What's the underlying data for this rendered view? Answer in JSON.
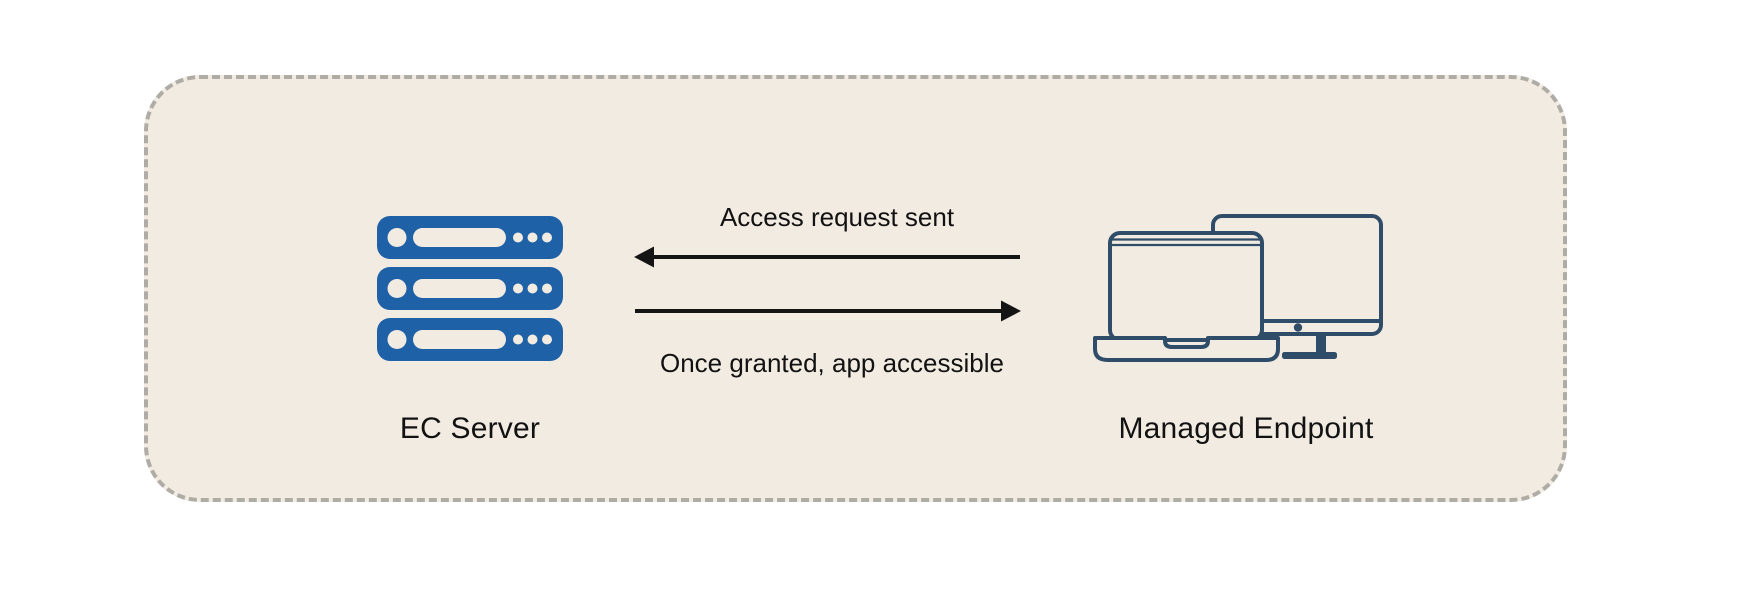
{
  "diagram": {
    "panel": {
      "shape": "rounded-dashed-rectangle"
    },
    "nodes": [
      {
        "id": "ec-server",
        "label": "EC Server",
        "icon": "server-rack-icon"
      },
      {
        "id": "managed-endpoint",
        "label": "Managed Endpoint",
        "icon": "laptop-and-monitor-icon"
      }
    ],
    "flows": [
      {
        "id": "access-request",
        "label": "Access request sent",
        "direction": "right-to-left",
        "from": "managed-endpoint",
        "to": "ec-server"
      },
      {
        "id": "grant-access",
        "label": "Once granted, app accessible",
        "direction": "left-to-right",
        "from": "ec-server",
        "to": "managed-endpoint"
      }
    ]
  },
  "colors": {
    "page-bg": "#FFFFFF",
    "panel-bg": "#F2EBE2",
    "panel-border": "#AFABA5",
    "server-blue": "#1E61A7",
    "endpoint-navy": "#2F4C68",
    "arrow-black": "#141414",
    "text-black": "#121212"
  }
}
